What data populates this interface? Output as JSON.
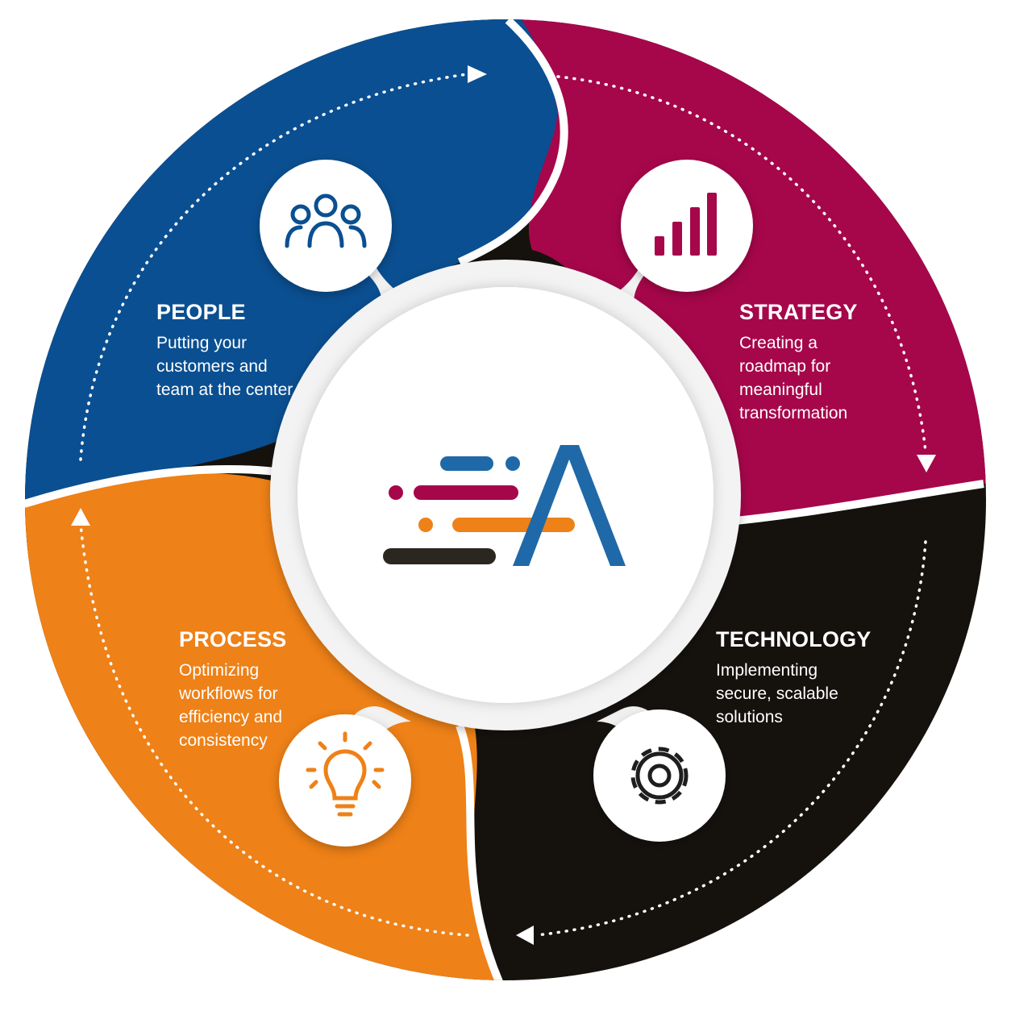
{
  "segments": [
    {
      "key": "people",
      "title": "PEOPLE",
      "description": "Putting your customers and team at the center",
      "color": "#0A4F91",
      "icon": "people-group-icon"
    },
    {
      "key": "strategy",
      "title": "STRATEGY",
      "description": "Creating a roadmap for meaningful transformation",
      "color": "#A6064A",
      "icon": "bar-chart-icon"
    },
    {
      "key": "technology",
      "title": "TECHNOLOGY",
      "description": "Implementing secure, scalable solutions",
      "color": "#15120E",
      "icon": "gear-icon"
    },
    {
      "key": "process",
      "title": "PROCESS",
      "description": "Optimizing workflows for efficiency and consistency",
      "color": "#EE8117",
      "icon": "lightbulb-icon"
    }
  ],
  "center_logo": {
    "icon": "brand-logo",
    "colors": [
      "#1F69A8",
      "#A6064A",
      "#EE8117",
      "#2B2720"
    ]
  }
}
